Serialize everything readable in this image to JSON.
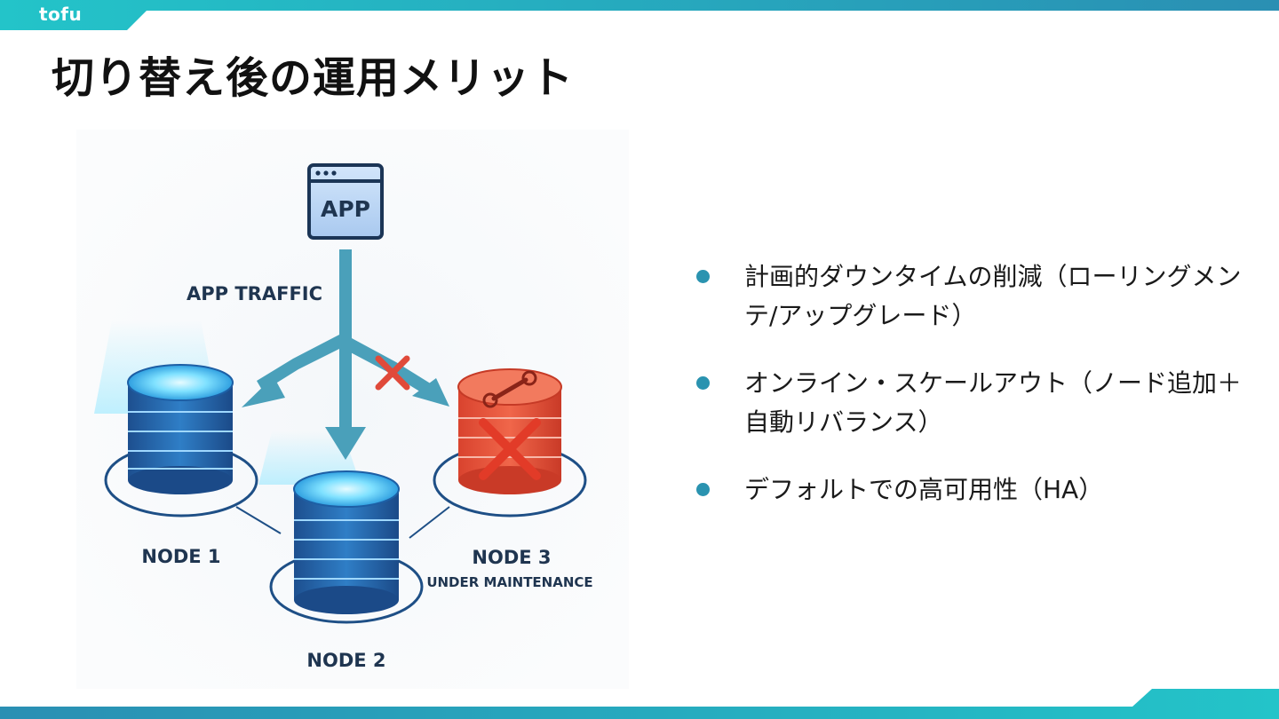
{
  "brand": {
    "logo_text": "tofu",
    "accent": "#2a93b0",
    "accent_light": "#23c4c9"
  },
  "slide": {
    "title": "切り替え後の運用メリット"
  },
  "diagram": {
    "app_label": "APP",
    "traffic_label": "APP TRAFFIC",
    "node1_label": "NODE 1",
    "node2_label": "NODE 2",
    "node3_label": "NODE 3",
    "node3_status": "UNDER MAINTENANCE"
  },
  "bullets": [
    {
      "text": "計画的ダウンタイムの削減（ローリングメンテ/アップグレード）"
    },
    {
      "text": "オンライン・スケールアウト（ノード追加＋自動リバランス）"
    },
    {
      "text": "デフォルトでの高可用性（HA）"
    }
  ]
}
